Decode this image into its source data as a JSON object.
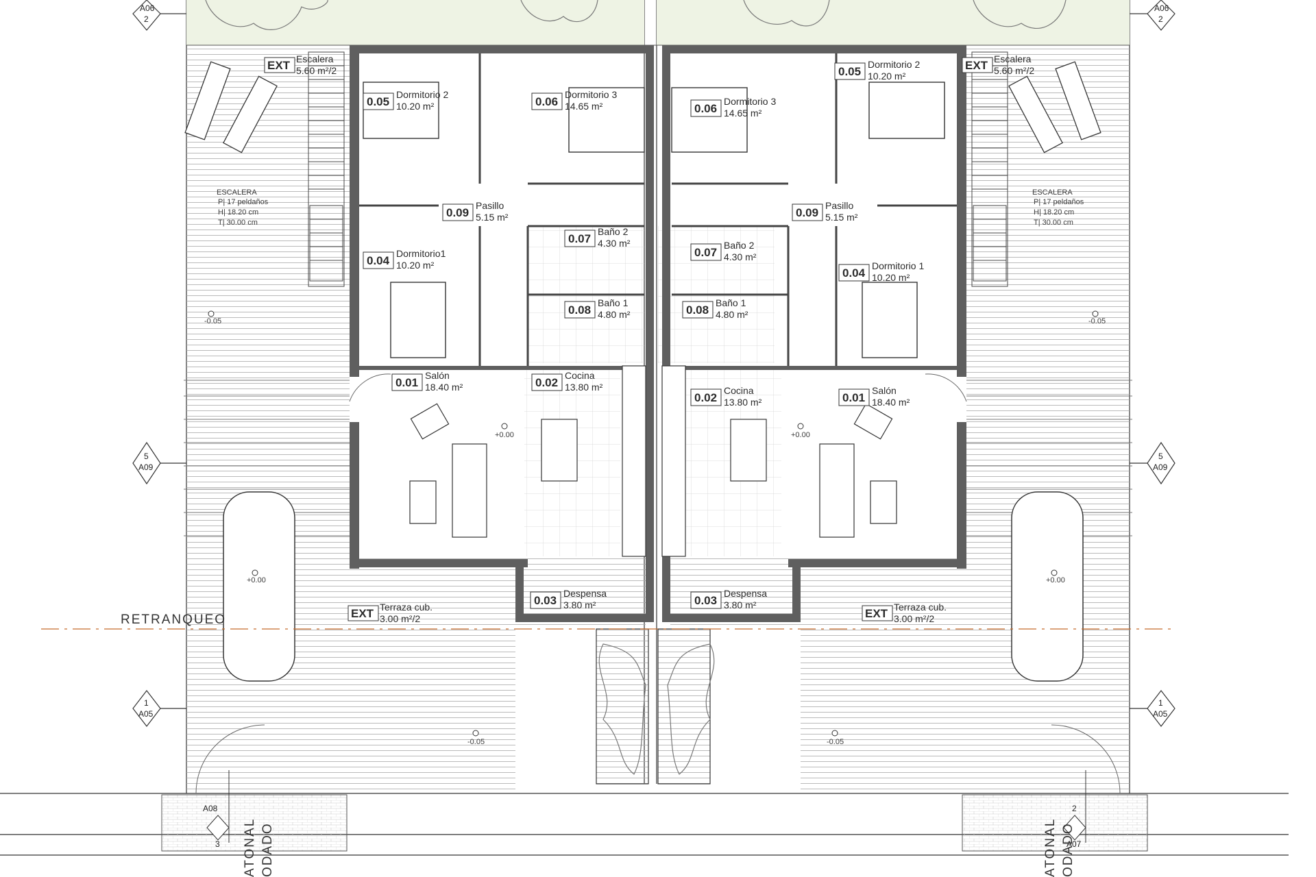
{
  "rooms": [
    {
      "code": "0.05",
      "name": "Dormitorio 2",
      "area": "10.20  m²"
    },
    {
      "code": "0.06",
      "name": "Dormitorio 3",
      "area": "14.65  m²"
    },
    {
      "code": "0.06",
      "name": "Dormitorio 3",
      "area": "14.65  m²"
    },
    {
      "code": "0.05",
      "name": "Dormitorio 2",
      "area": "10.20  m²"
    },
    {
      "code": "0.09",
      "name": "Pasillo",
      "area": "5.15 m²"
    },
    {
      "code": "0.09",
      "name": "Pasillo",
      "area": "5.15 m²"
    },
    {
      "code": "0.04",
      "name": "Dormitorio1",
      "area": "10.20  m²"
    },
    {
      "code": "0.04",
      "name": "Dormitorio 1",
      "area": "10.20  m²"
    },
    {
      "code": "0.07",
      "name": "Baño 2",
      "area": "4.30  m²"
    },
    {
      "code": "0.07",
      "name": "Baño 2",
      "area": "4.30  m²"
    },
    {
      "code": "0.08",
      "name": "Baño 1",
      "area": "4.80  m²"
    },
    {
      "code": "0.08",
      "name": "Baño 1",
      "area": "4.80  m²"
    },
    {
      "code": "0.01",
      "name": "Salón",
      "area": "18.40  m²"
    },
    {
      "code": "0.02",
      "name": "Cocina",
      "area": "13.80  m²"
    },
    {
      "code": "0.02",
      "name": "Cocina",
      "area": "13.80  m²"
    },
    {
      "code": "0.01",
      "name": "Salón",
      "area": "18.40  m²"
    },
    {
      "code": "0.03",
      "name": "Despensa",
      "area": "3.80  m²"
    },
    {
      "code": "0.03",
      "name": "Despensa",
      "area": "3.80  m²"
    }
  ],
  "exterior": [
    {
      "code": "EXT",
      "name": "Escalera",
      "area": "5.60 m²/2"
    },
    {
      "code": "EXT",
      "name": "Escalera",
      "area": "5.60 m²/2"
    },
    {
      "code": "EXT",
      "name": "Terraza cub.",
      "area": "3.00 m²/2"
    },
    {
      "code": "EXT",
      "name": "Terraza cub.",
      "area": "3.00 m²/2"
    }
  ],
  "stairs": [
    {
      "title": "ESCALERA",
      "lines": [
        "P|  17 peldaños",
        "H|  18.20 cm",
        "T|  30.00 cm"
      ]
    },
    {
      "title": "ESCALERA",
      "lines": [
        "P|  17 peldaños",
        "H|  18.20 cm",
        "T|  30.00 cm"
      ]
    }
  ],
  "levels": [
    "-0.05",
    "-0.05",
    "+0.00",
    "+0.00",
    "+0.00",
    "+0.00",
    "-0.05",
    "-0.05"
  ],
  "section_markers": [
    {
      "top": "A06",
      "bottom": "2"
    },
    {
      "top": "A06",
      "bottom": "2"
    },
    {
      "top": "5",
      "bottom": "A09"
    },
    {
      "top": "5",
      "bottom": "A09"
    },
    {
      "top": "1",
      "bottom": "A05"
    },
    {
      "top": "1",
      "bottom": "A05"
    }
  ],
  "bottom_markers": [
    {
      "a": "A08",
      "b": "3"
    },
    {
      "a": "2",
      "b": "A07"
    }
  ],
  "setback_label": "RETRANQUEO",
  "street_labels": [
    {
      "line1": "ATONAL",
      "line2": "ODADO"
    },
    {
      "line1": "ATONAL",
      "line2": "ODADO"
    }
  ],
  "colors": {
    "wall": "#5f5f5f",
    "line": "#333333",
    "hatch": "#9a9a9a",
    "green": "#eef3e4",
    "setback": "#c56b2a"
  }
}
